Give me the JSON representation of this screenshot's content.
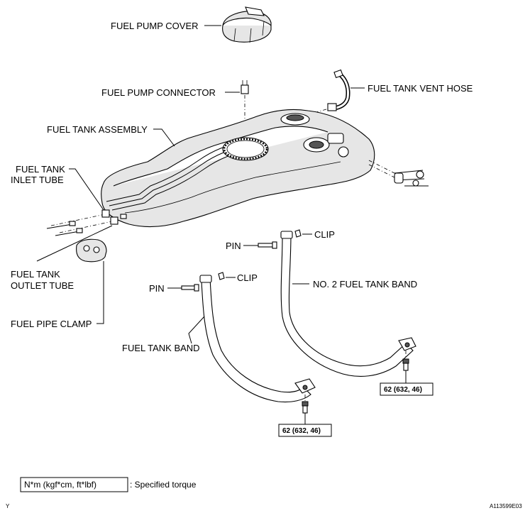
{
  "labels": {
    "fuel_pump_cover": "FUEL PUMP COVER",
    "fuel_pump_connector": "FUEL PUMP CONNECTOR",
    "fuel_tank_vent_hose": "FUEL TANK VENT HOSE",
    "fuel_tank_assembly": "FUEL TANK ASSEMBLY",
    "fuel_tank_inlet_tube_1": "FUEL TANK",
    "fuel_tank_inlet_tube_2": "INLET TUBE",
    "fuel_tank_outlet_tube_1": "FUEL TANK",
    "fuel_tank_outlet_tube_2": "OUTLET TUBE",
    "fuel_pipe_clamp": "FUEL PIPE CLAMP",
    "pin_right": "PIN",
    "clip_right": "CLIP",
    "no2_fuel_tank_band": "NO. 2 FUEL TANK BAND",
    "pin_left": "PIN",
    "clip_left": "CLIP",
    "fuel_tank_band": "FUEL TANK BAND"
  },
  "torque": {
    "right": "62 (632, 46)",
    "left": "62 (632, 46)"
  },
  "legend": {
    "box": "N*m (kgf*cm, ft*lbf)",
    "text": ": Specified torque"
  },
  "footer": {
    "corner_mark": "Y",
    "figure_id": "A113599E03"
  }
}
